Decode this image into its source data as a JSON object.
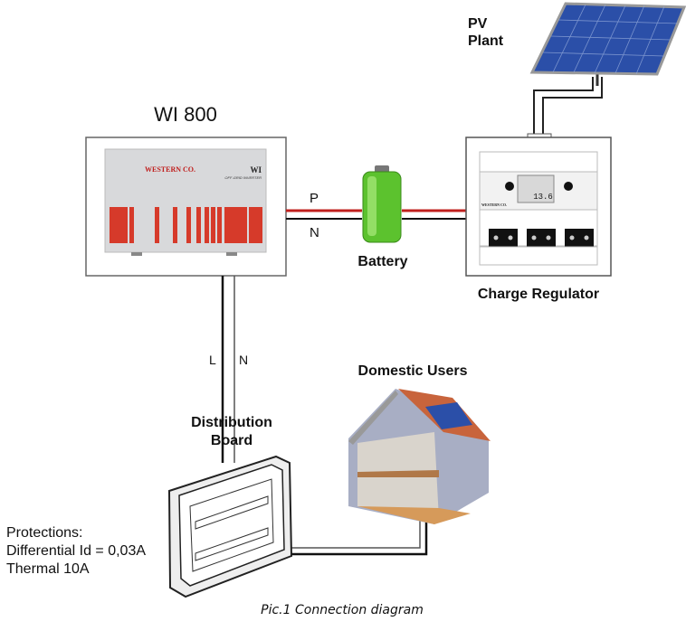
{
  "diagram": {
    "inverter": {
      "title": "WI 800",
      "brand": "WESTERN CO.",
      "model": "WI",
      "subtitle": "OFF-GRID INVERTER"
    },
    "pv_plant": {
      "label_line1": "PV",
      "label_line2": "Plant"
    },
    "battery": {
      "label": "Battery"
    },
    "charge_regulator": {
      "label": "Charge Regulator",
      "display_value": "13.6",
      "brand": "WESTERN CO."
    },
    "dc_wires": {
      "positive": "P",
      "negative": "N"
    },
    "ac_wires": {
      "line": "L",
      "neutral": "N"
    },
    "distribution_board": {
      "label_line1": "Distribution",
      "label_line2": "Board"
    },
    "domestic_users": {
      "label": "Domestic Users"
    },
    "protections": {
      "title": "Protections:",
      "differential": "Differential Id = 0,03A",
      "thermal": "Thermal 10A"
    },
    "caption": "Pic.1 Connection diagram",
    "colors": {
      "positive_wire": "#c0201e",
      "negative_wire": "#111111",
      "inverter_bars": "#d63a2a",
      "panel": "#2b4fa8",
      "battery": "#5cc22e"
    }
  }
}
